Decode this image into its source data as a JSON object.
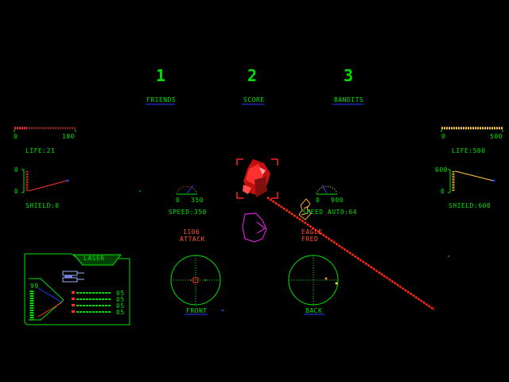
{
  "stats": [
    {
      "value": "1",
      "label": "FRIENDS"
    },
    {
      "value": "2",
      "label": "SCORE"
    },
    {
      "value": "3",
      "label": "BANDITS"
    }
  ],
  "player": {
    "life_min": "0",
    "life_max": "100",
    "life_label": "LIFE:21",
    "shield_top": "0",
    "shield_bottom": "0",
    "shield_label": "SHIELD:0",
    "speed_min": "0",
    "speed_max": "350",
    "speed_label": "SPEED:350",
    "life_level": 0.21
  },
  "target": {
    "life_min": "0",
    "life_max": "500",
    "life_label": "LIFE:500",
    "shield_top": "600",
    "shield_bottom": "0",
    "shield_label": "SHIELD:600",
    "speed_min": "0",
    "speed_max": "900",
    "speed_label": "SPEED AUTO:64",
    "life_level": 1.0
  },
  "left_info": {
    "line1": "1106",
    "line2": "ATTACK"
  },
  "right_info": {
    "line1": "EAGLE",
    "line2": "FRED"
  },
  "radar_front_label": "FRONT",
  "radar_back_label": "BACK",
  "weapon": {
    "title": "LASER",
    "level": "99",
    "ammo": [
      "05",
      "05",
      "05",
      "05"
    ]
  },
  "colors": {
    "hud_green": "#00e000",
    "hud_orange": "#ff5030",
    "hud_blue": "#2a3cff",
    "laser": "#ff2a10"
  }
}
